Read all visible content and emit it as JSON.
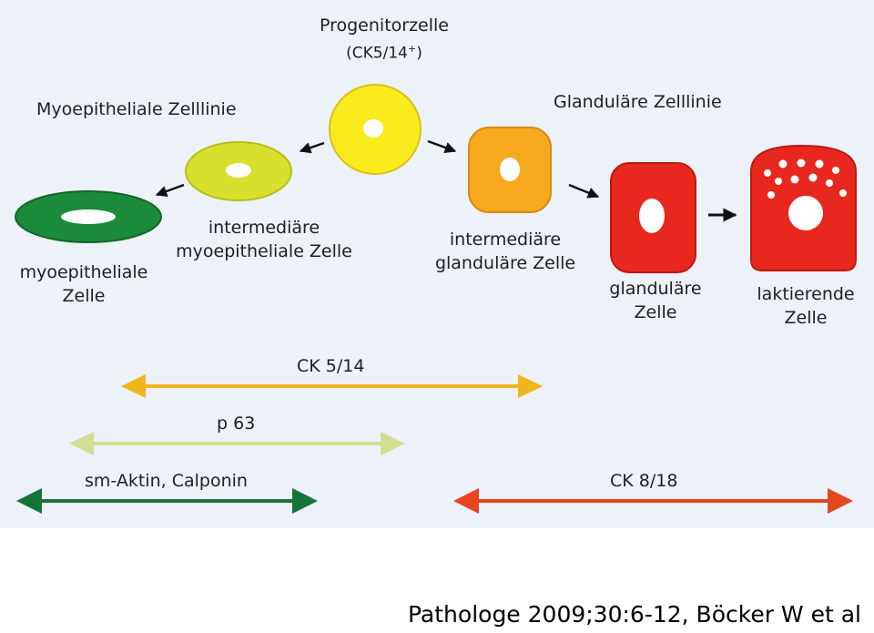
{
  "cells": {
    "progenitor": {
      "name": "Progenitorzelle",
      "marker": "(CK5/14",
      "marker_sup": "+",
      "marker_end": ")",
      "color": "#f8ea1c"
    },
    "myo_lineage": {
      "label": "Myoepitheliale Zelllinie"
    },
    "glandular_lineage": {
      "label": "Glanduläre Zelllinie"
    },
    "intermediate_myo": {
      "line1": "intermediäre",
      "line2": "myoepitheliale Zelle",
      "color": "#d8df2c"
    },
    "myoepithelial": {
      "line1": "myoepitheliale",
      "line2": "Zelle",
      "color": "#1b8a3a"
    },
    "intermediate_glandular": {
      "line1": "intermediäre",
      "line2": "glanduläre Zelle",
      "color": "#f7a91e"
    },
    "glandular": {
      "line1": "glanduläre",
      "line2": "Zelle",
      "color": "#e8281e"
    },
    "lactating": {
      "line1": "laktierende",
      "line2": "Zelle",
      "color": "#e8281e"
    }
  },
  "markers": [
    {
      "label": "CK 5/14",
      "color": "#f1b51d"
    },
    {
      "label": "p 63",
      "color": "#d3df90"
    },
    {
      "label": "sm-Aktin, Calponin",
      "color": "#15743a"
    },
    {
      "label": "CK 8/18",
      "color": "#e6461f"
    }
  ],
  "citation": "Pathologe 2009;30:6-12, Böcker W et al"
}
